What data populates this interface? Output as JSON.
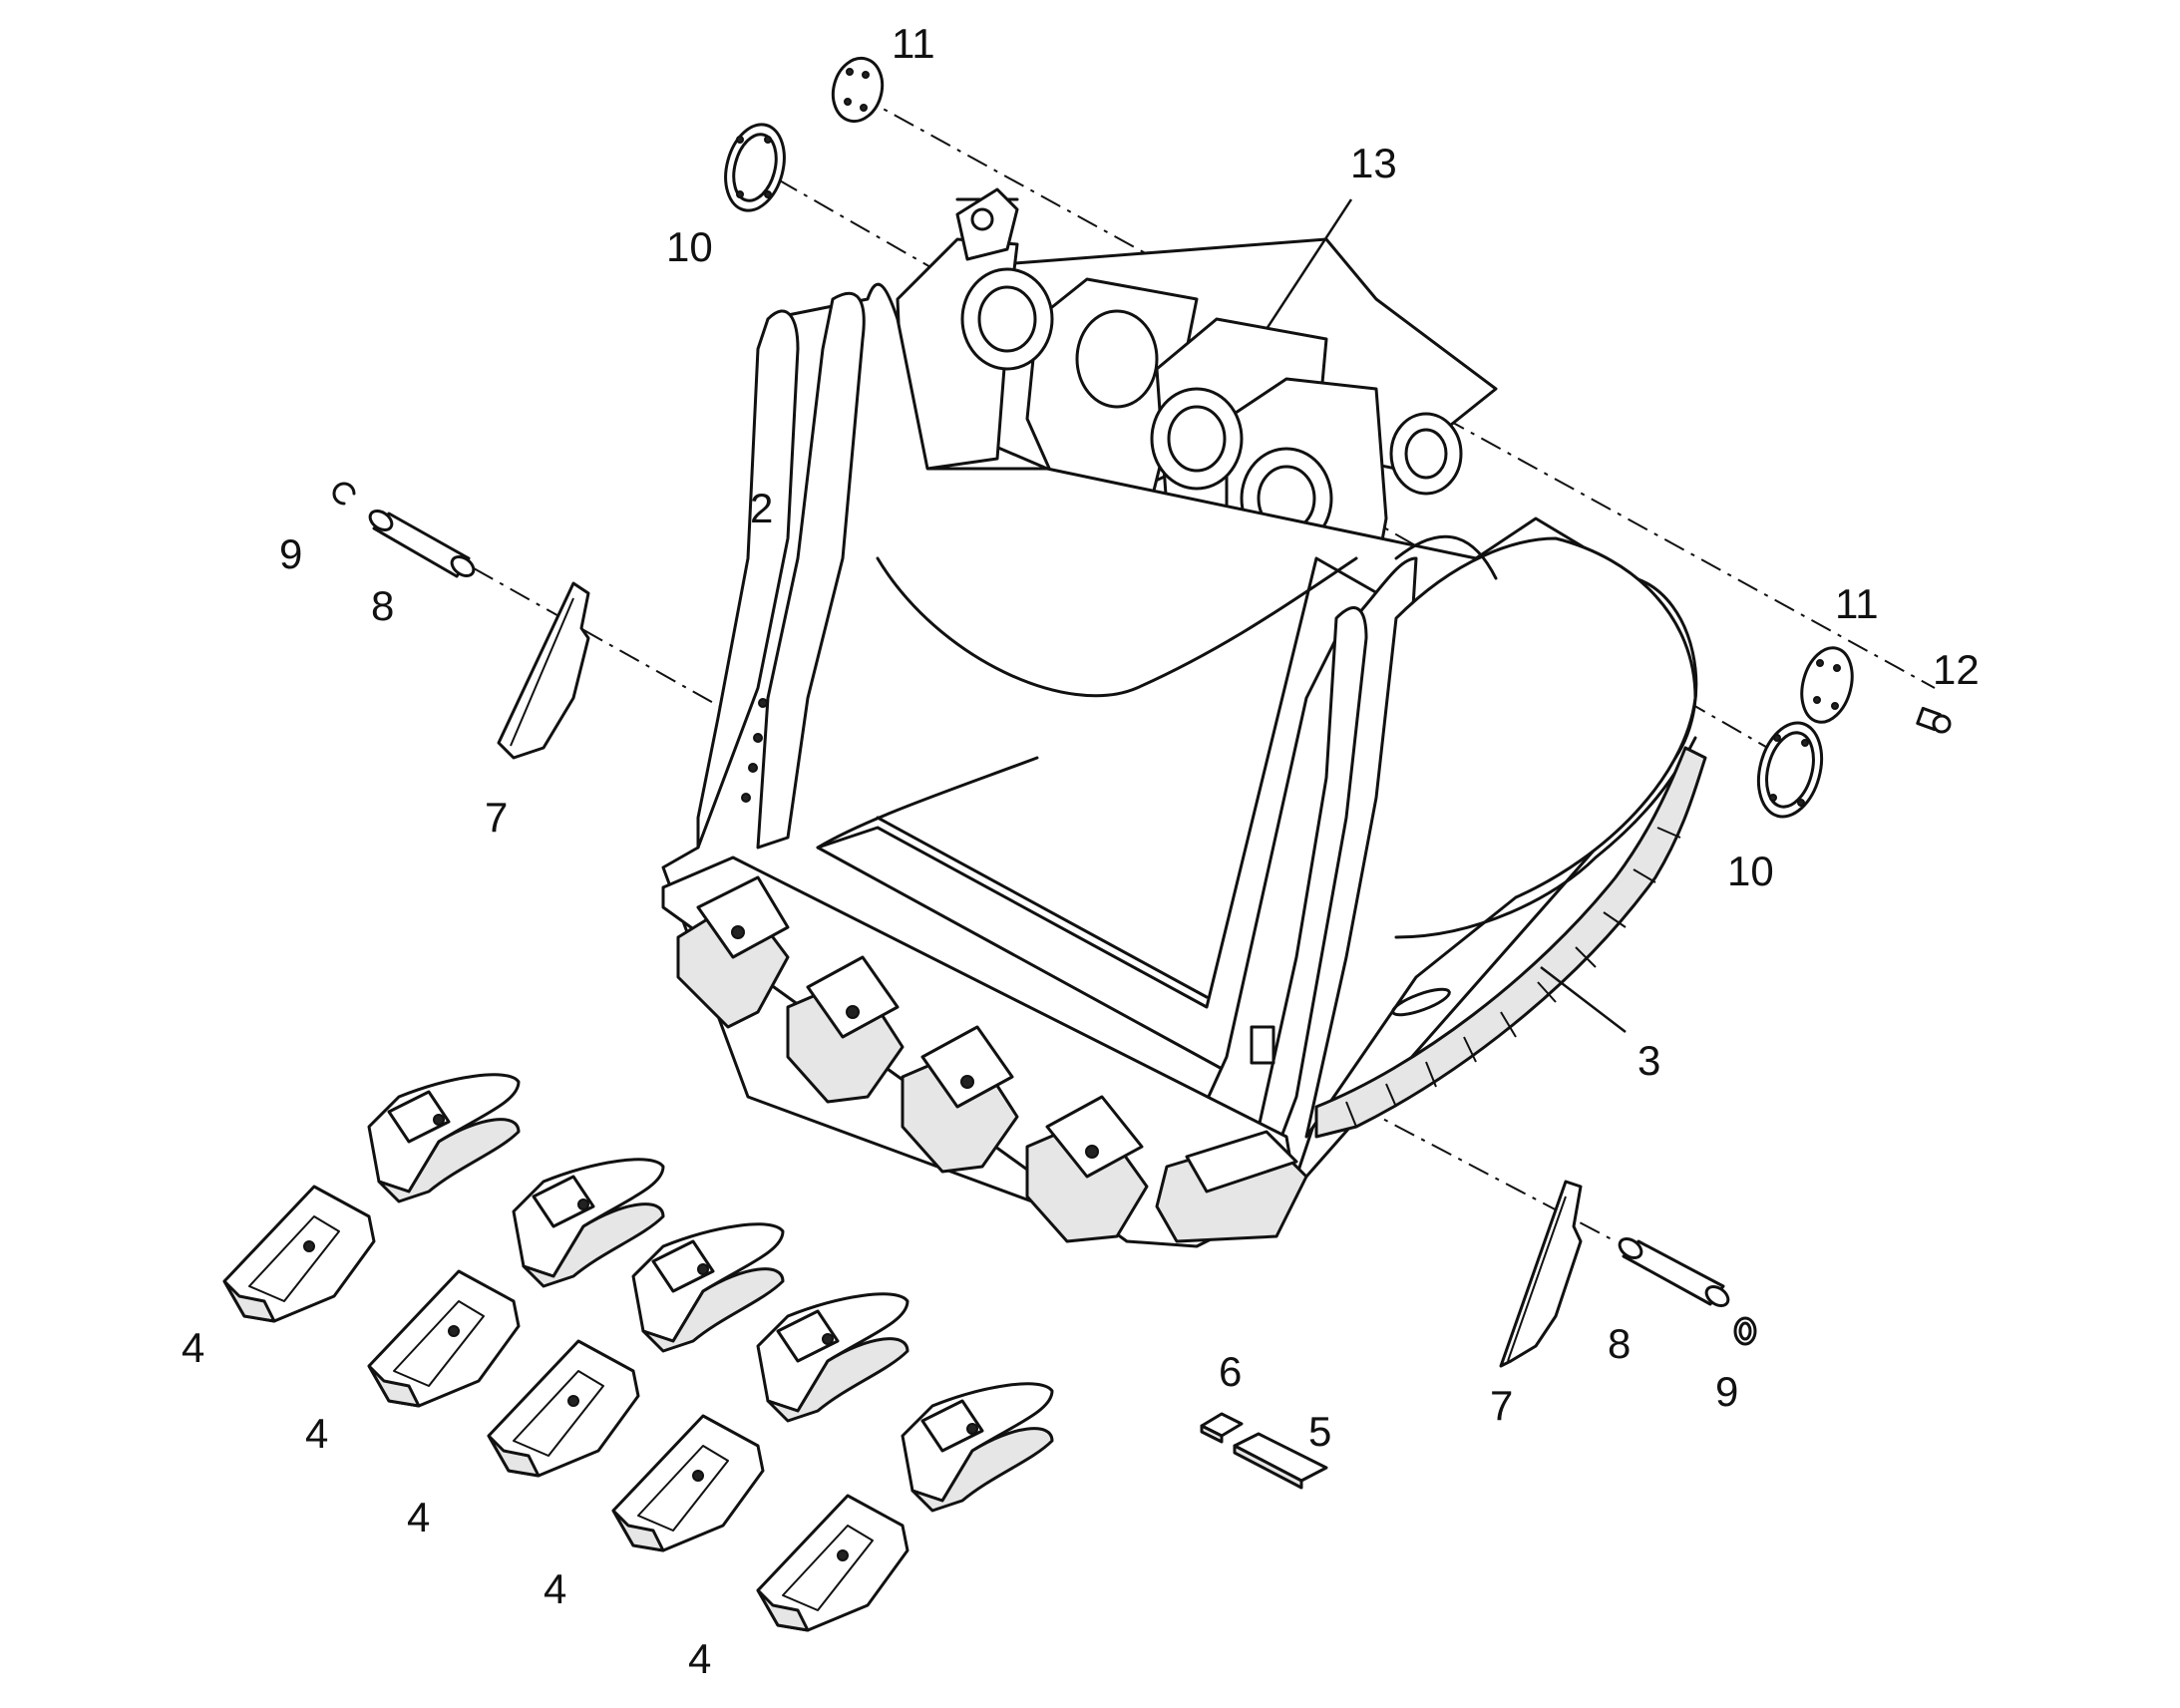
{
  "callouts": {
    "c2": "2",
    "c3": "3",
    "c4a": "4",
    "c4b": "4",
    "c4c": "4",
    "c4d": "4",
    "c4e": "4",
    "c5": "5",
    "c6": "6",
    "c7a": "7",
    "c7b": "7",
    "c8a": "8",
    "c8b": "8",
    "c9a": "9",
    "c9b": "9",
    "c10a": "10",
    "c10b": "10",
    "c11a": "11",
    "c11b": "11",
    "c12": "12",
    "c13": "13"
  },
  "colors": {
    "line": "#111111",
    "background": "#ffffff",
    "shade": "#e6e6e6"
  }
}
